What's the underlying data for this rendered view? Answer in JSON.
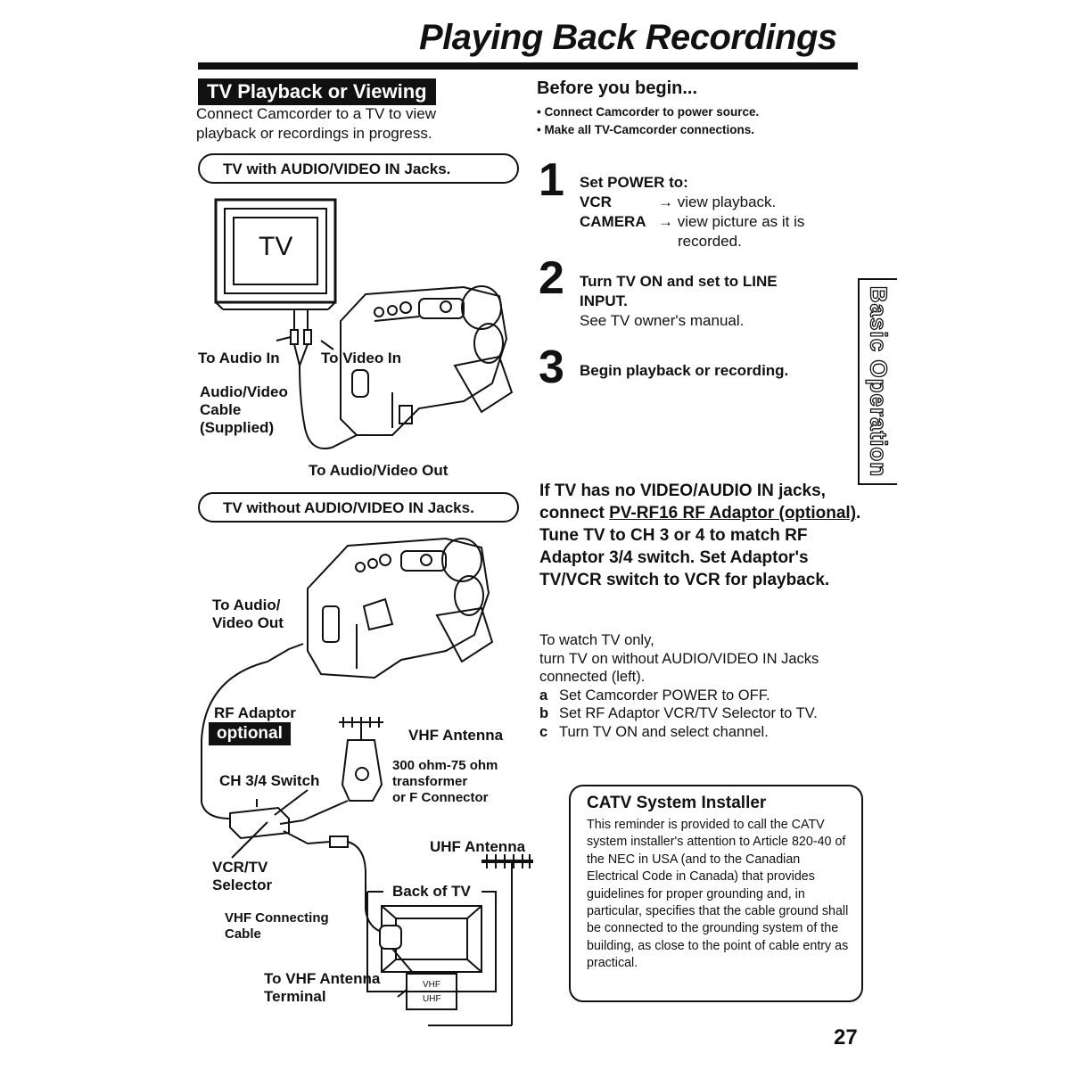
{
  "page": {
    "title": "Playing Back Recordings",
    "page_number": "27",
    "side_tab": "Basic Operation"
  },
  "left": {
    "section_tag": "TV Playback or Viewing",
    "intro": "Connect Camcorder to a TV to view playback or recordings in progress.",
    "diagram1": {
      "heading": "TV with AUDIO/VIDEO IN Jacks.",
      "tv_label": "TV",
      "to_audio_in": "To Audio In",
      "to_video_in": "To Video In",
      "cable_line1": "Audio/Video",
      "cable_line2": "Cable",
      "cable_line3": "(Supplied)",
      "to_av_out": "To Audio/Video Out"
    },
    "diagram2": {
      "heading": "TV without AUDIO/VIDEO IN Jacks.",
      "to_audio_1": "To Audio/",
      "to_audio_2": "Video Out",
      "rf_adaptor": "RF Adaptor",
      "optional": "optional",
      "vhf_antenna": "VHF Antenna",
      "transformer_1": "300 ohm-75 ohm",
      "transformer_2": "transformer",
      "transformer_3": "or F Connector",
      "ch_switch": "CH 3/4 Switch",
      "uhf_antenna": "UHF Antenna",
      "selector_1": "VCR/TV",
      "selector_2": "Selector",
      "back_of_tv": "Back of TV",
      "vhf_cable_1": "VHF Connecting",
      "vhf_cable_2": "Cable",
      "vhf_terminal_1": "To VHF Antenna",
      "vhf_terminal_2": "Terminal",
      "vhf_tag": "VHF",
      "uhf_tag": "UHF"
    }
  },
  "right": {
    "before_heading": "Before you begin...",
    "before_items": [
      "Connect Camcorder to power source.",
      "Make all TV-Camcorder connections."
    ],
    "steps": {
      "s1_num": "1",
      "s1_title": "Set POWER to:",
      "s1_vcr": "VCR",
      "s1_vcr_desc": "→ view playback.",
      "s1_cam": "CAMERA",
      "s1_cam_desc": "→ view picture as it is",
      "s1_cam_desc2": "recorded.",
      "s2_num": "2",
      "s2_line1": "Turn TV ON and set to LINE",
      "s2_line2": "INPUT.",
      "s2_line3": "See TV owner's manual.",
      "s3_num": "3",
      "s3_text": "Begin playback or recording."
    },
    "rf_note": {
      "p1": "If TV has no VIDEO/AUDIO IN jacks, connect ",
      "link": "PV-RF16 RF Adaptor (optional)",
      "p2": ". Tune TV to CH 3 or 4 to match RF Adaptor 3/4 switch. Set Adaptor's TV/VCR switch to VCR for playback."
    },
    "watch": {
      "line1": "To watch TV only,",
      "line2": "turn TV on without AUDIO/VIDEO IN Jacks connected (left).",
      "items": [
        {
          "k": "a",
          "t": "Set Camcorder POWER to OFF."
        },
        {
          "k": "b",
          "t": "Set RF Adaptor VCR/TV Selector to TV."
        },
        {
          "k": "c",
          "t": "Turn TV ON and select channel."
        }
      ]
    },
    "catv": {
      "heading": "CATV System Installer",
      "body": "This reminder is provided to call the CATV system installer's attention to Article 820-40 of the NEC in USA (and to the Canadian Electrical Code in Canada) that provides guidelines for proper grounding and, in particular, specifies that the cable ground shall be connected to the grounding system of the building, as close to the point of cable entry as practical."
    }
  }
}
